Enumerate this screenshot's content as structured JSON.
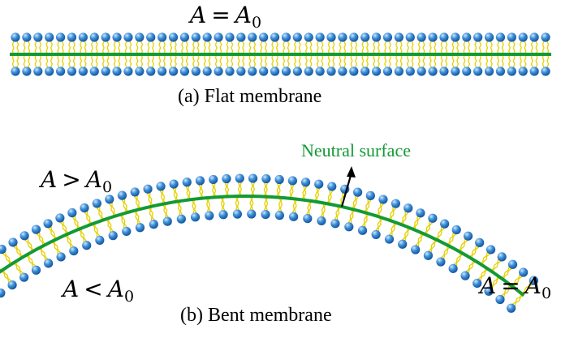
{
  "flat": {
    "area_label": {
      "var": "A",
      "op": "=",
      "ref": "A",
      "sub": "0"
    },
    "caption": "(a)  Flat membrane"
  },
  "bent": {
    "outer_label": {
      "var": "A",
      "op": ">",
      "ref": "A",
      "sub": "0"
    },
    "inner_label": {
      "var": "A",
      "op": "<",
      "ref": "A",
      "sub": "0"
    },
    "neutral_label": {
      "var": "A",
      "op": "=",
      "ref": "A",
      "sub": "0"
    },
    "neutral_surface": "Neutral surface",
    "caption": "(b)  Bent membrane"
  },
  "colors": {
    "head": "#1f6fbf",
    "head_highlight": "#9cc8f0",
    "tail": "#e6d000",
    "midplane": "#129a34",
    "neutral_text": "#129a34",
    "arrow": "#000000"
  }
}
